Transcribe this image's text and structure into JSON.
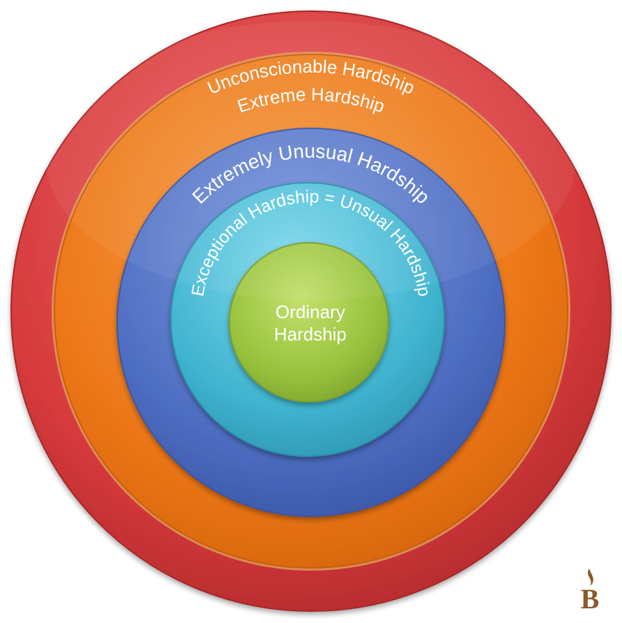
{
  "diagram": {
    "rings": [
      {
        "id": "unconscionable",
        "label": "Unconscionable Hardship",
        "color": "#d9383b",
        "color_light": "#e8585a"
      },
      {
        "id": "extreme",
        "label": "Extreme Hardship",
        "color": "#ec7616",
        "color_light": "#f49a3d"
      },
      {
        "id": "extremely-unusual",
        "label": "Extremely Unusual Hardship",
        "color": "#4f6fc3",
        "color_light": "#6f8fd6"
      },
      {
        "id": "exceptional",
        "label": "Exceptional Hardship = Unsual Hardship",
        "color": "#3fb3cf",
        "color_light": "#6dd0e6"
      }
    ],
    "center": {
      "line1": "Ordinary",
      "line2": "Hardship",
      "color": "#97c23c"
    }
  },
  "logo": {
    "letter": "B",
    "color": "#8a5a2b"
  }
}
